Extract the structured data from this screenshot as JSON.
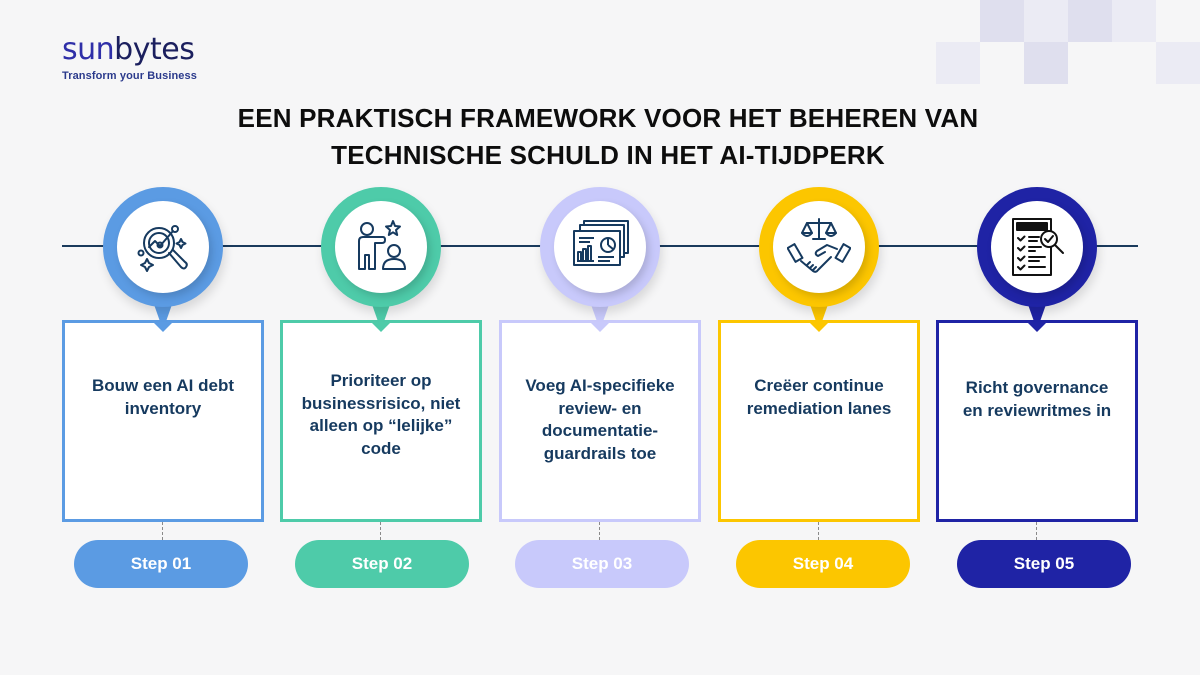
{
  "brand": {
    "logo_part1": "sun",
    "logo_part2": "bytes",
    "tagline": "Transform your Business"
  },
  "title": {
    "line1": "EEN PRAKTISCH FRAMEWORK VOOR HET BEHEREN VAN",
    "line2": "TECHNISCHE SCHULD IN HET AI-TIJDPERK"
  },
  "colors": {
    "step1": "#5b9be3",
    "step2": "#4ecba9",
    "step3": "#c8c9fb",
    "step4": "#fcc600",
    "step5": "#1f23a5",
    "text": "#163a5f",
    "timeline": "#1a3a5c"
  },
  "steps": [
    {
      "icon": "magnifier-analytics-icon",
      "text": "Bouw een AI debt inventory",
      "label": "Step 01"
    },
    {
      "icon": "person-presenting-star-icon",
      "text": "Prioriteer op businessrisico, niet alleen op “lelijke” code",
      "label": "Step 02"
    },
    {
      "icon": "dashboard-slides-icon",
      "text": "Voeg AI-specifieke review- en documentatie-guardrails toe",
      "label": "Step 03"
    },
    {
      "icon": "scales-handshake-icon",
      "text": "Creëer continue remediation lanes",
      "label": "Step 04"
    },
    {
      "icon": "checklist-magnifier-icon",
      "text": "Richt governance en reviewritmes in",
      "label": "Step 05"
    }
  ]
}
